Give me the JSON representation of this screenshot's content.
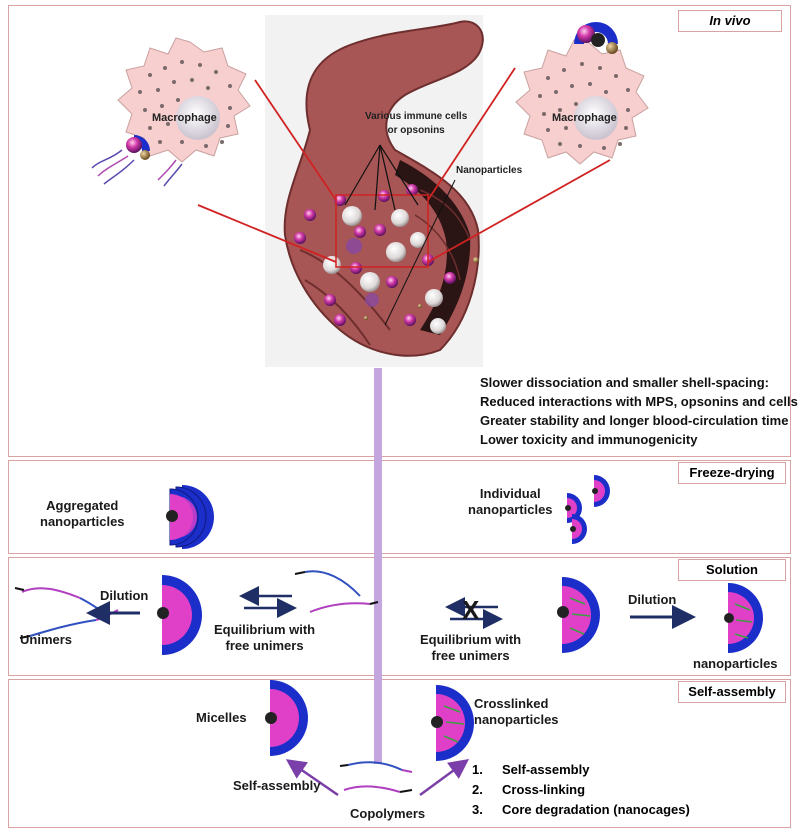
{
  "panels": {
    "in_vivo": {
      "label": "In vivo"
    },
    "freeze_drying": {
      "label": "Freeze-drying"
    },
    "solution": {
      "label": "Solution"
    },
    "self_assembly": {
      "label": "Self-assembly"
    }
  },
  "in_vivo": {
    "macrophage_left": "Macrophage",
    "macrophage_right": "Macrophage",
    "immune_label_line1": "Various immune cells",
    "immune_label_line2": "or opsonins",
    "nanoparticles_label": "Nanoparticles",
    "statements": [
      "Slower dissociation and smaller shell-spacing:",
      "Reduced interactions with MPS, opsonins and cells",
      "Greater stability and longer blood-circulation time",
      "Lower toxicity and immunogenicity"
    ]
  },
  "freeze_drying": {
    "aggregated_line1": "Aggregated",
    "aggregated_line2": "nanoparticles",
    "individual_line1": "Individual",
    "individual_line2": "nanoparticles"
  },
  "solution": {
    "dilution_left": "Dilution",
    "unimers": "Unimers",
    "equilibrium_left_line1": "Equilibrium with",
    "equilibrium_left_line2": "free unimers",
    "equilibrium_right_line1": "Equilibrium with",
    "equilibrium_right_line2": "free unimers",
    "x_mark": "X",
    "dilution_right": "Dilution",
    "nanoparticles": "nanoparticles"
  },
  "self_assembly": {
    "micelles": "Micelles",
    "crosslinked_line1": "Crosslinked",
    "crosslinked_line2": "nanoparticles",
    "self_assembly_arrow": "Self-assembly",
    "copolymers": "Copolymers",
    "steps": [
      {
        "num": "1.",
        "text": "Self-assembly"
      },
      {
        "num": "2.",
        "text": "Cross-linking"
      },
      {
        "num": "3.",
        "text": "Core degradation (nanocages)"
      }
    ]
  }
}
